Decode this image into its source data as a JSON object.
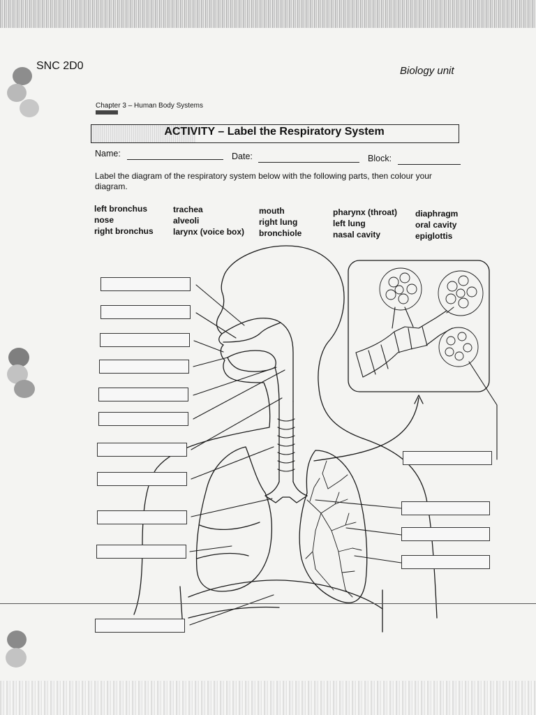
{
  "header": {
    "course_code": "SNC 2D0",
    "unit": "Biology unit",
    "chapter": "Chapter 3 – Human Body Systems",
    "title": "ACTIVITY – Label the Respiratory System"
  },
  "fields": {
    "name_label": "Name:",
    "date_label": "Date:",
    "block_label": "Block:"
  },
  "instructions": "Label the diagram of the respiratory system below with the following parts, then colour your diagram.",
  "terms": [
    [
      "left bronchus",
      "nose",
      "right bronchus"
    ],
    [
      "trachea",
      "alveoli",
      "larynx (voice box)"
    ],
    [
      "mouth",
      "right lung",
      "bronchiole"
    ],
    [
      "pharynx (throat)",
      "left lung",
      "nasal cavity"
    ],
    [
      "diaphragm",
      "oral cavity",
      "epiglottis"
    ]
  ]
}
